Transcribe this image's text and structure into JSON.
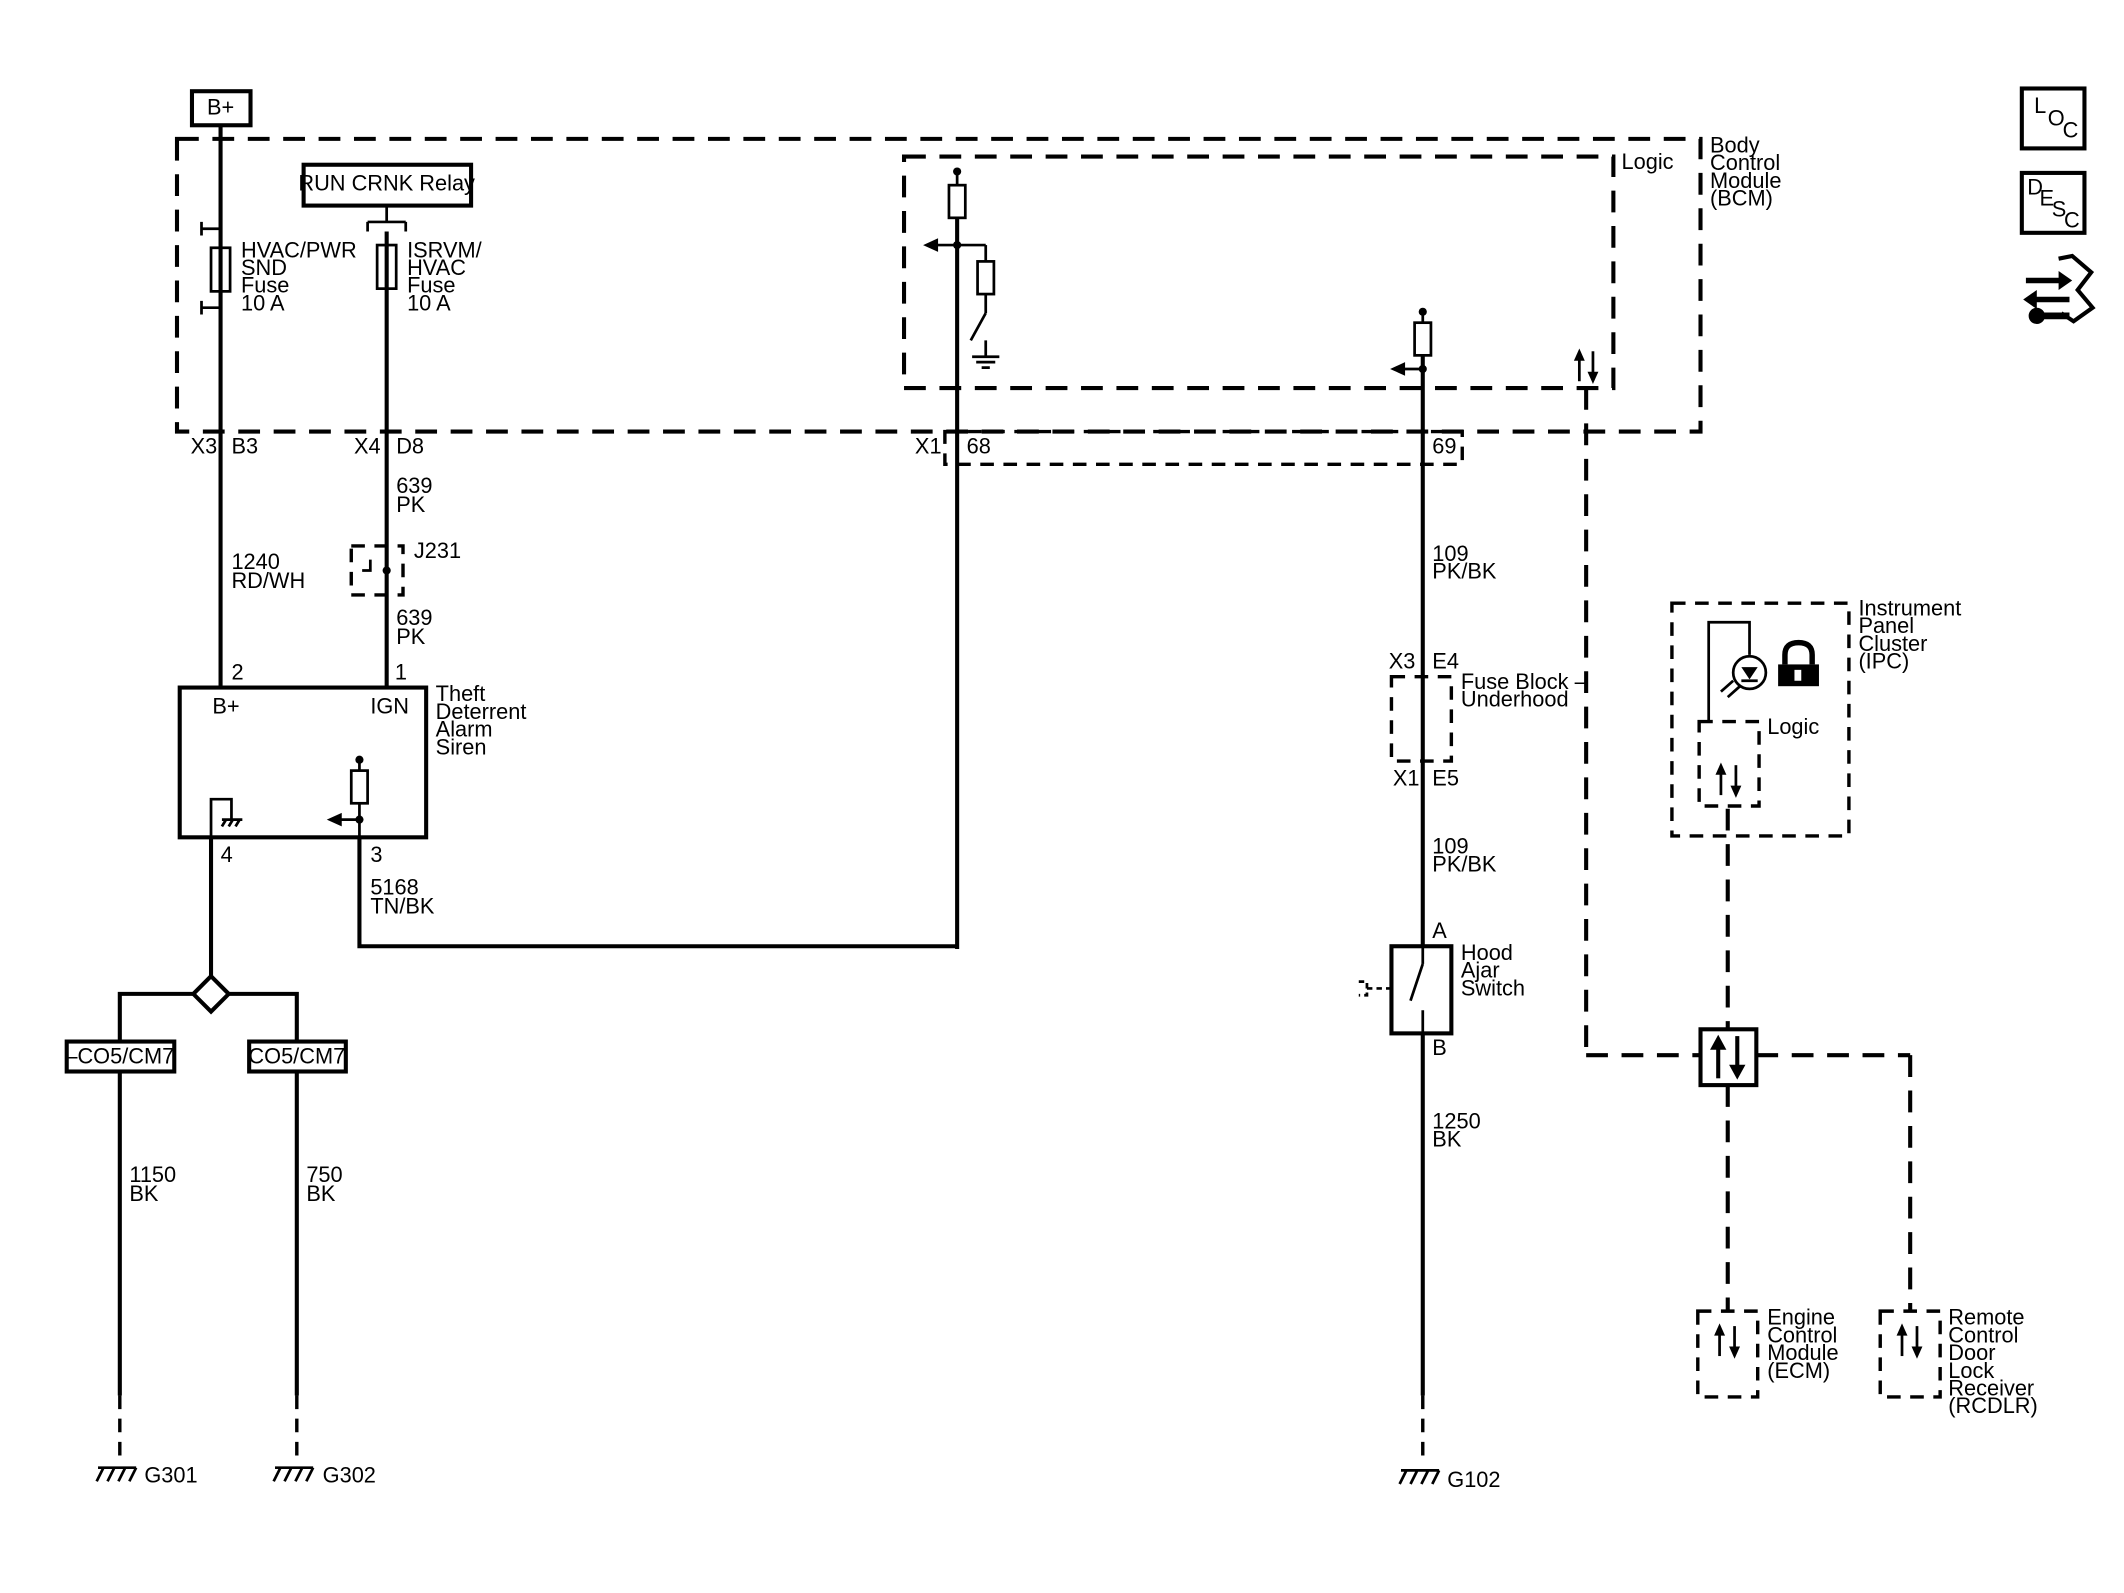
{
  "supply": {
    "bplus": "B+",
    "run_crnk_relay": "RUN CRNK Relay"
  },
  "fuses": {
    "hvac_pwr": [
      "HVAC/PWR",
      "SND",
      "Fuse",
      "10 A"
    ],
    "isrvm": [
      "ISRVM/",
      "HVAC",
      "Fuse",
      "10 A"
    ]
  },
  "bcm": {
    "label": [
      "Body",
      "Control",
      "Module",
      "(BCM)"
    ],
    "logic": "Logic"
  },
  "connectors": {
    "x3": "X3",
    "b3": "B3",
    "x4": "X4",
    "d8": "D8",
    "x1": "X1",
    "p68": "68",
    "p69": "69",
    "fb_x3": "X3",
    "fb_e4": "E4",
    "fb_x1": "X1",
    "fb_e5": "E5",
    "siren_p2": "2",
    "siren_p1": "1",
    "siren_p4": "4",
    "siren_p3": "3",
    "hood_a": "A",
    "hood_b": "B"
  },
  "wires": {
    "w1240": [
      "1240",
      "RD/WH"
    ],
    "w639_top": [
      "639",
      "PK"
    ],
    "w639_bot": [
      "639",
      "PK"
    ],
    "w5168": [
      "5168",
      "TN/BK"
    ],
    "w109_top": [
      "109",
      "PK/BK"
    ],
    "w109_bot": [
      "109",
      "PK/BK"
    ],
    "w1250": [
      "1250",
      "BK"
    ],
    "w1150": [
      "1150",
      "BK"
    ],
    "w750": [
      "750",
      "BK"
    ]
  },
  "splice": "J231",
  "siren": {
    "label": [
      "Theft",
      "Deterrent",
      "Alarm",
      "Siren"
    ],
    "bplus": "B+",
    "ign": "IGN"
  },
  "options": {
    "not_co5": "–CO5/CM7",
    "co5": "CO5/CM7"
  },
  "fuse_block": [
    "Fuse Block –",
    "Underhood"
  ],
  "hood_switch": [
    "Hood",
    "Ajar",
    "Switch"
  ],
  "grounds": {
    "g301": "G301",
    "g302": "G302",
    "g102": "G102"
  },
  "ipc": {
    "label": [
      "Instrument",
      "Panel",
      "Cluster",
      "(IPC)"
    ],
    "logic": "Logic"
  },
  "ecm": [
    "Engine",
    "Control",
    "Module",
    "(ECM)"
  ],
  "rcdlr": [
    "Remote",
    "Control",
    "Door",
    "Lock",
    "Receiver",
    "(RCDLR)"
  ],
  "nav_icons": {
    "loc": [
      "L",
      "O",
      "C"
    ],
    "desc": [
      "D",
      "E",
      "S",
      "C"
    ],
    "connector_icon": "connector-icon"
  },
  "colors": {
    "ink": "#000000",
    "paper": "#ffffff"
  }
}
